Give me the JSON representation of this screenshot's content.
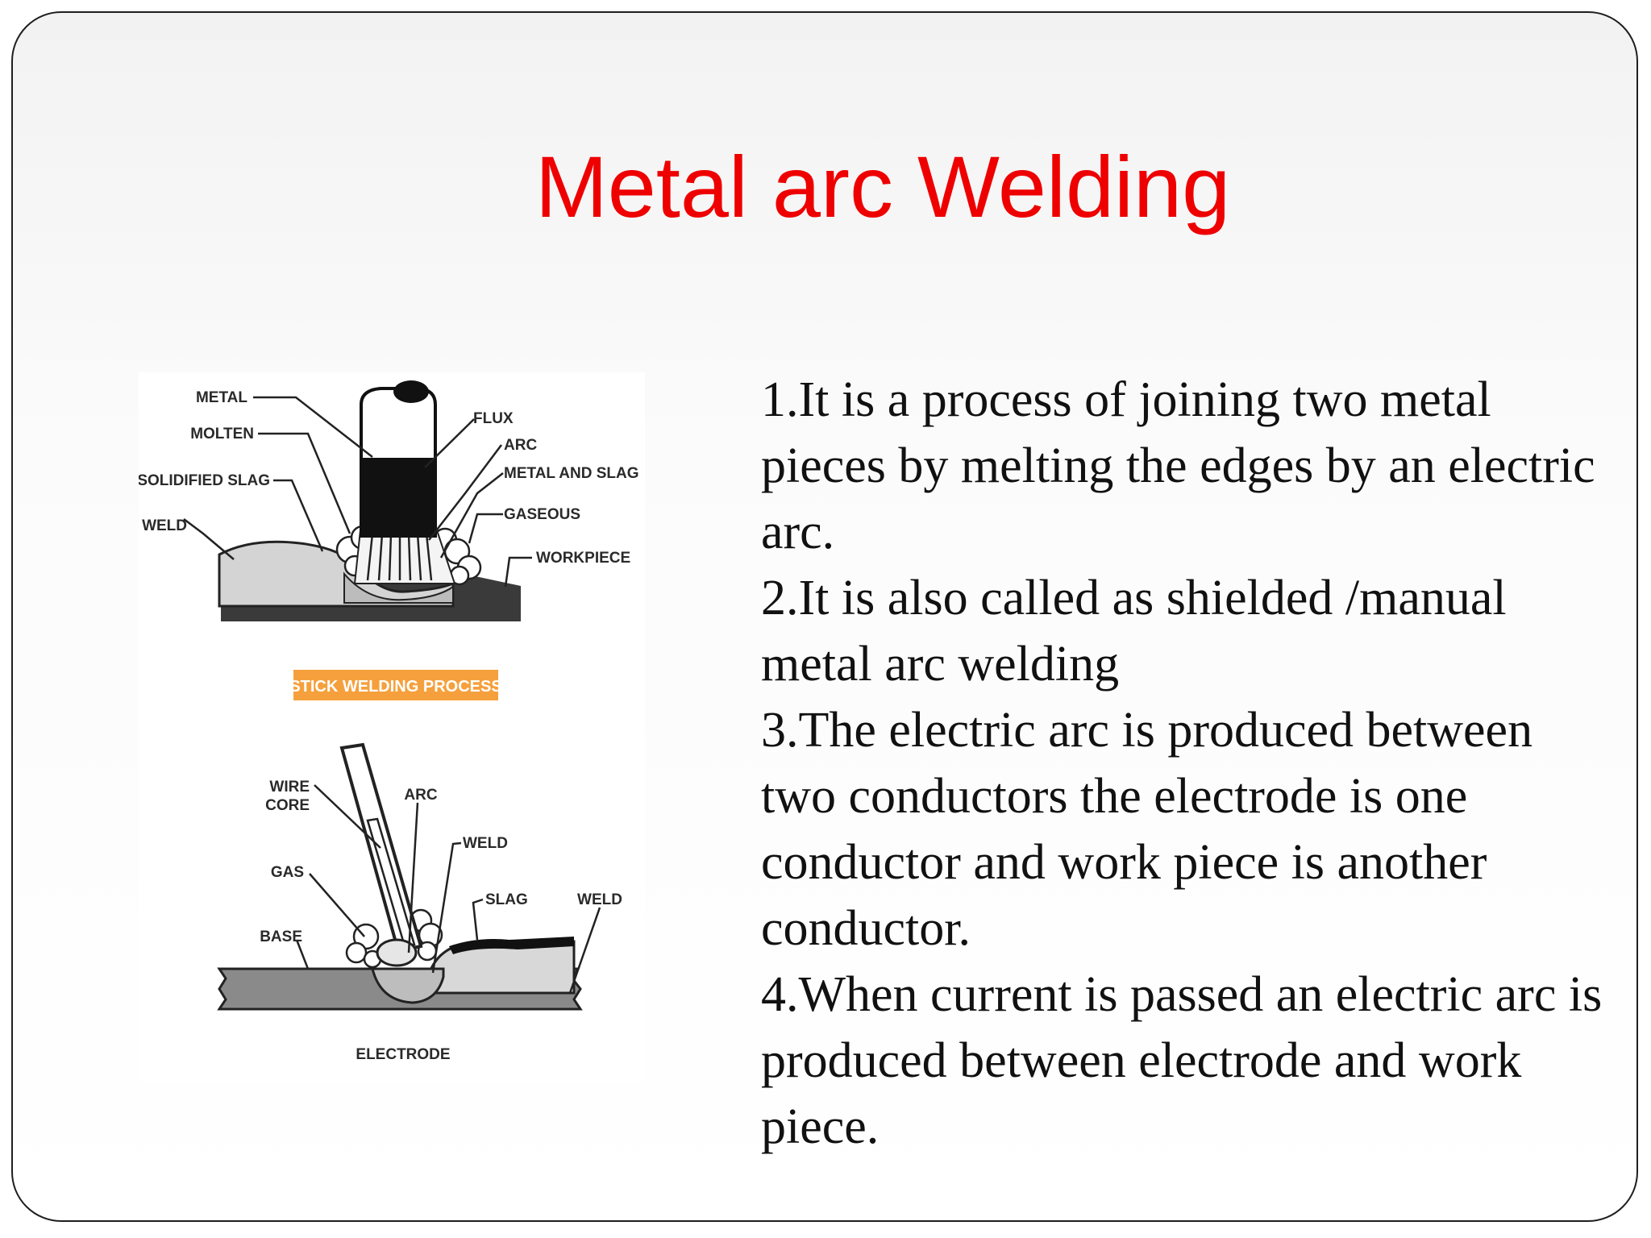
{
  "slide": {
    "title": "Metal arc Welding",
    "points": [
      "1.It is a process of  joining two metal pieces by melting the edges  by an electric arc.",
      "2.It is also called as shielded /manual metal arc welding",
      "3.The electric arc is produced between two conductors the electrode is one conductor  and work piece is another conductor.",
      "4.When current is passed an electric arc is produced between electrode and work piece."
    ]
  },
  "figure": {
    "stick_diagram": {
      "labels": {
        "metal": "METAL",
        "molten": "MOLTEN",
        "solidified_slag": "SOLIDIFIED SLAG",
        "weld": "WELD",
        "flux": "FLUX",
        "arc": "ARC",
        "metal_and_slag": "METAL AND SLAG",
        "gaseous": "GASEOUS",
        "workpiece": "WORKPIECE"
      },
      "caption": "STICK WELDING PROCESS",
      "caption_color": "#f5a03c"
    },
    "electrode_diagram": {
      "labels": {
        "wire": "WIRE",
        "core": "CORE",
        "arc": "ARC",
        "weld_top": "WELD",
        "gas": "GAS",
        "slag": "SLAG",
        "weld_right": "WELD",
        "base": "BASE"
      },
      "caption": "ELECTRODE"
    }
  },
  "colors": {
    "title": "#ee0000",
    "text": "#111111",
    "plate_dark": "#3a3a3a",
    "plate_light": "#cfcfcf"
  }
}
